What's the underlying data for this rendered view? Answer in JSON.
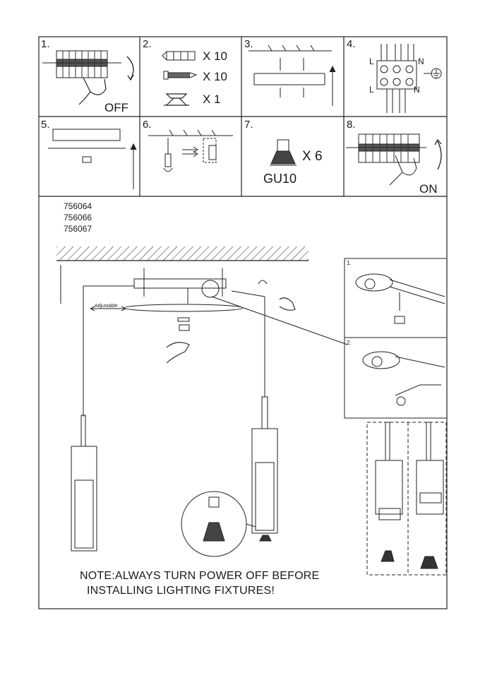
{
  "steps": [
    {
      "num": "1.",
      "caption": "OFF"
    },
    {
      "num": "2.",
      "items": [
        {
          "qty": "X 10"
        },
        {
          "qty": "X 10"
        },
        {
          "qty": "X 1"
        }
      ]
    },
    {
      "num": "3."
    },
    {
      "num": "4.",
      "labels": [
        "L",
        "N",
        "L",
        "N"
      ]
    },
    {
      "num": "5."
    },
    {
      "num": "6."
    },
    {
      "num": "7.",
      "qty": "X 6",
      "bulb": "GU10"
    },
    {
      "num": "8.",
      "caption": "ON"
    }
  ],
  "models": [
    "756064",
    "756066",
    "756067"
  ],
  "adjustable_label": "Adjustable",
  "detail_labels": [
    "1.",
    "2."
  ],
  "note": {
    "line1": "NOTE:ALWAYS TURN POWER OFF BEFORE",
    "line2": "INSTALLING LIGHTING FIXTURES!"
  },
  "icons": [
    "terminal-block-icon",
    "hand-icon",
    "wall-plug-icon",
    "screw-icon",
    "bracket-icon",
    "gu10-bulb-icon",
    "ground-icon",
    "arrow-up-icon",
    "pendant-lamp-icon"
  ]
}
